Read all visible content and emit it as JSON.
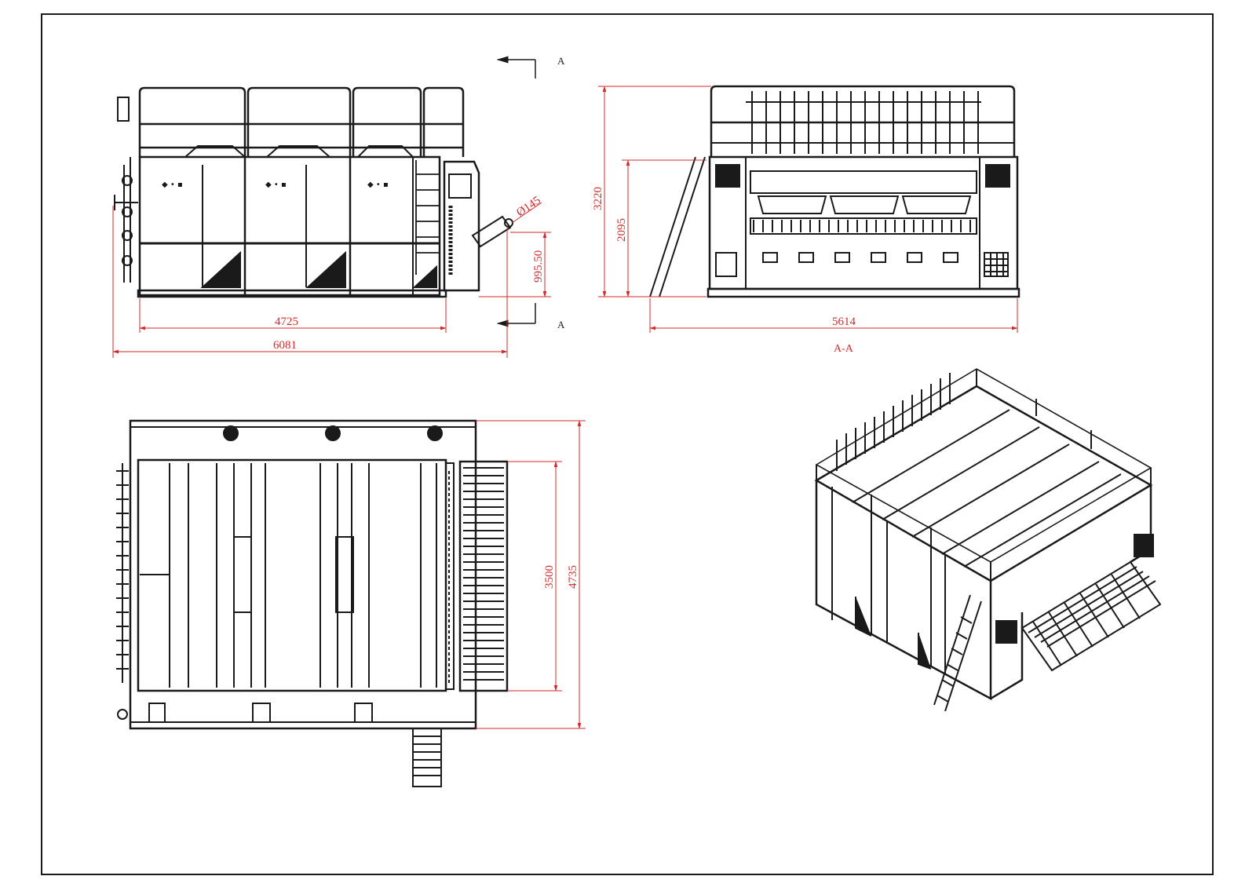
{
  "drawing": {
    "dimensions": {
      "front_overall_width": "6081",
      "front_frame_width": "4725",
      "front_inlet_height": "995.50",
      "front_pipe_diameter": "Ø145",
      "side_overall_height": "3220",
      "side_body_height": "2095",
      "side_overall_width": "5614",
      "top_feed_width": "3500",
      "top_overall_depth": "4735"
    },
    "section_marks": {
      "top_arrow_label": "A",
      "bottom_arrow_label": "A",
      "section_caption": "A-A"
    },
    "colors": {
      "line": "#1a1a1a",
      "dimension": "#d42a2a",
      "frame": "#222222"
    }
  }
}
